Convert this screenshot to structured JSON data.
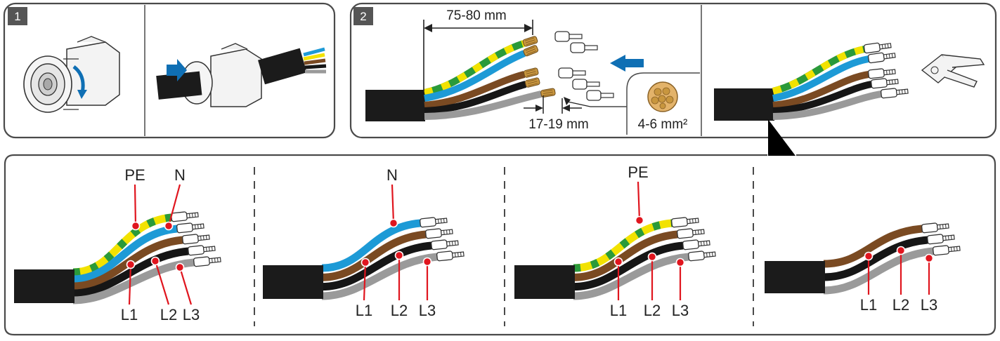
{
  "step1": {
    "badge": "1"
  },
  "step2": {
    "badge": "2",
    "strip_length": "75-80 mm",
    "insulation_length": "17-19 mm",
    "cross_section": "4-6 mm²"
  },
  "variants": [
    {
      "labels": {
        "pe": "PE",
        "n": "N",
        "l1": "L1",
        "l2": "L2",
        "l3": "L3"
      }
    },
    {
      "labels": {
        "n": "N",
        "l1": "L1",
        "l2": "L2",
        "l3": "L3"
      }
    },
    {
      "labels": {
        "pe": "PE",
        "l1": "L1",
        "l2": "L2",
        "l3": "L3"
      }
    },
    {
      "labels": {
        "l1": "L1",
        "l2": "L2",
        "l3": "L3"
      }
    }
  ],
  "colors": {
    "pe": "#f2e200",
    "pe_stripe": "#2a9a3a",
    "n": "#1d9ad6",
    "l1": "#7a4a22",
    "l2": "#161616",
    "l3": "#9a9a9a",
    "jacket": "#1b1b1b",
    "marker": "#e0151e",
    "arrow": "#0f6fb4",
    "badge": "#555555"
  }
}
